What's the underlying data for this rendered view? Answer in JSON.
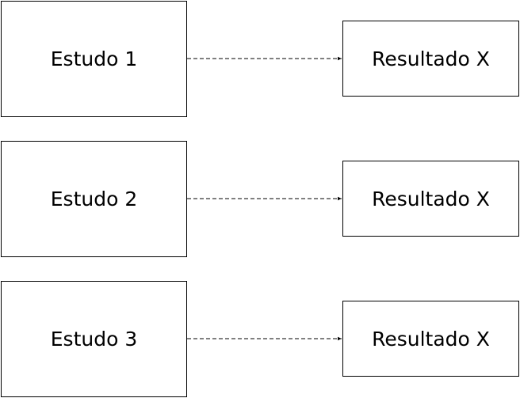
{
  "rows": [
    {
      "study": "Estudo 1",
      "result": "Resultado X"
    },
    {
      "study": "Estudo 2",
      "result": "Resultado X"
    },
    {
      "study": "Estudo 3",
      "result": "Resultado X"
    }
  ],
  "edge_style": "dashed-arrow",
  "colors": {
    "stroke": "#000000",
    "background": "#ffffff"
  }
}
